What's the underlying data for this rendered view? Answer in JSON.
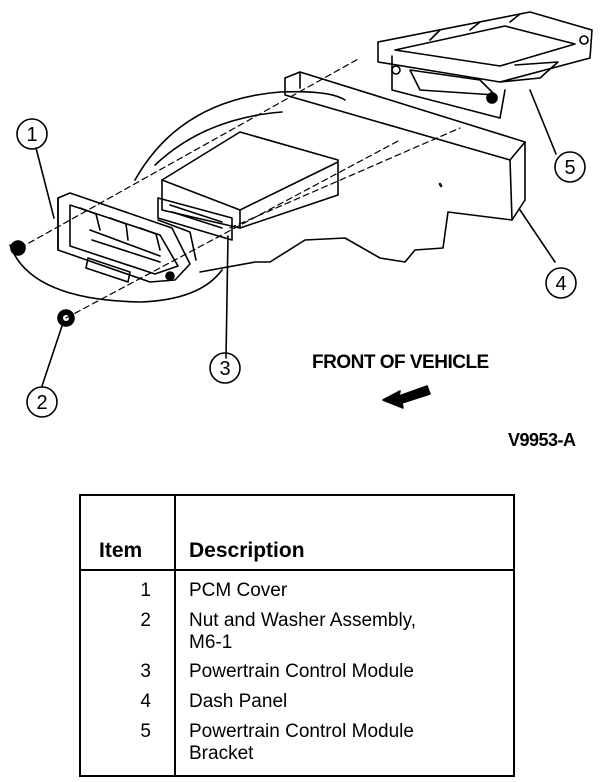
{
  "diagram": {
    "callouts": [
      "1",
      "2",
      "3",
      "4",
      "5"
    ],
    "front_label": "FRONT OF VEHICLE",
    "figure_id": "V9953-A"
  },
  "legend": {
    "header_item": "Item",
    "header_description": "Description",
    "rows": [
      {
        "item": "1",
        "description": "PCM Cover"
      },
      {
        "item": "2",
        "description": "Nut and Washer Assembly,\nM6-1"
      },
      {
        "item": "3",
        "description": "Powertrain Control Module"
      },
      {
        "item": "4",
        "description": "Dash Panel"
      },
      {
        "item": "5",
        "description": "Powertrain Control Module\nBracket"
      }
    ]
  }
}
